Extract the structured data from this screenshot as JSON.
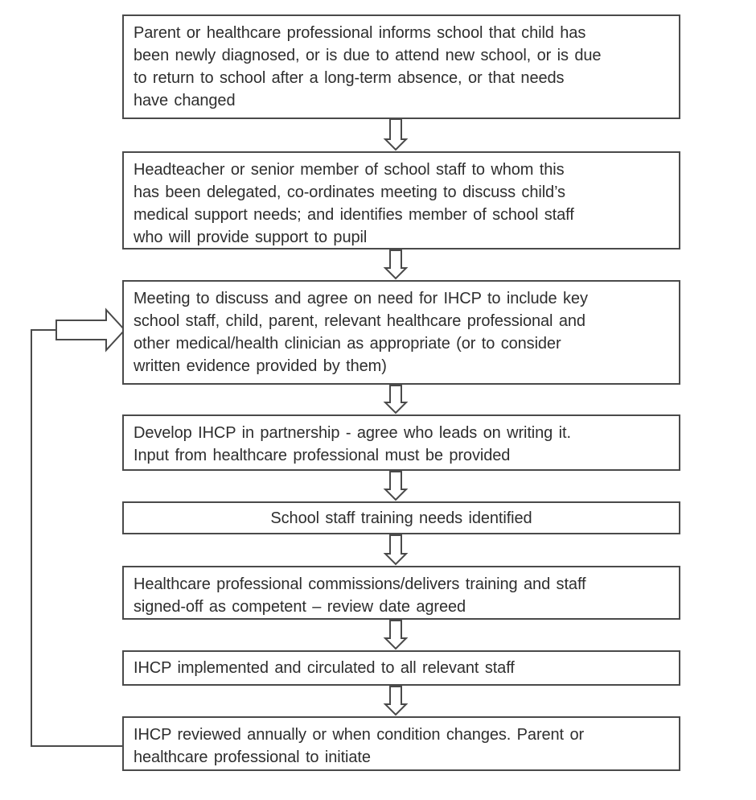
{
  "diagram": {
    "type": "flowchart",
    "colors": {
      "background": "#ffffff",
      "box_border": "#4a4a4a",
      "text": "#2e2e2e",
      "connector": "#4a4a4a"
    },
    "boxes": [
      {
        "lines": [
          "Parent or healthcare professional informs school that child has",
          "been newly diagnosed, or is due to attend new school, or is due",
          "to return to school after a long-term absence, or that needs",
          "have changed"
        ]
      },
      {
        "lines": [
          "Headteacher or senior member of school staff to whom this",
          "has been delegated, co-ordinates meeting to discuss child’s",
          "medical support needs; and identifies member of school staff",
          "who will provide support to pupil"
        ]
      },
      {
        "lines": [
          "Meeting to discuss and agree on need for IHCP to include key",
          "school staff, child, parent, relevant healthcare professional and",
          "other medical/health clinician as appropriate (or to consider",
          "written evidence provided by them)"
        ]
      },
      {
        "lines": [
          "Develop IHCP in partnership - agree who leads on writing it.",
          "Input from healthcare professional must be provided"
        ]
      },
      {
        "lines": [
          "School staff training needs identified"
        ]
      },
      {
        "lines": [
          "Healthcare professional commissions/delivers training and staff",
          "signed-off as competent – review date agreed"
        ]
      },
      {
        "lines": [
          "IHCP implemented and circulated to all relevant staff"
        ]
      },
      {
        "lines": [
          "IHCP reviewed annually or when condition changes. Parent or",
          "healthcare professional to initiate"
        ]
      }
    ]
  }
}
